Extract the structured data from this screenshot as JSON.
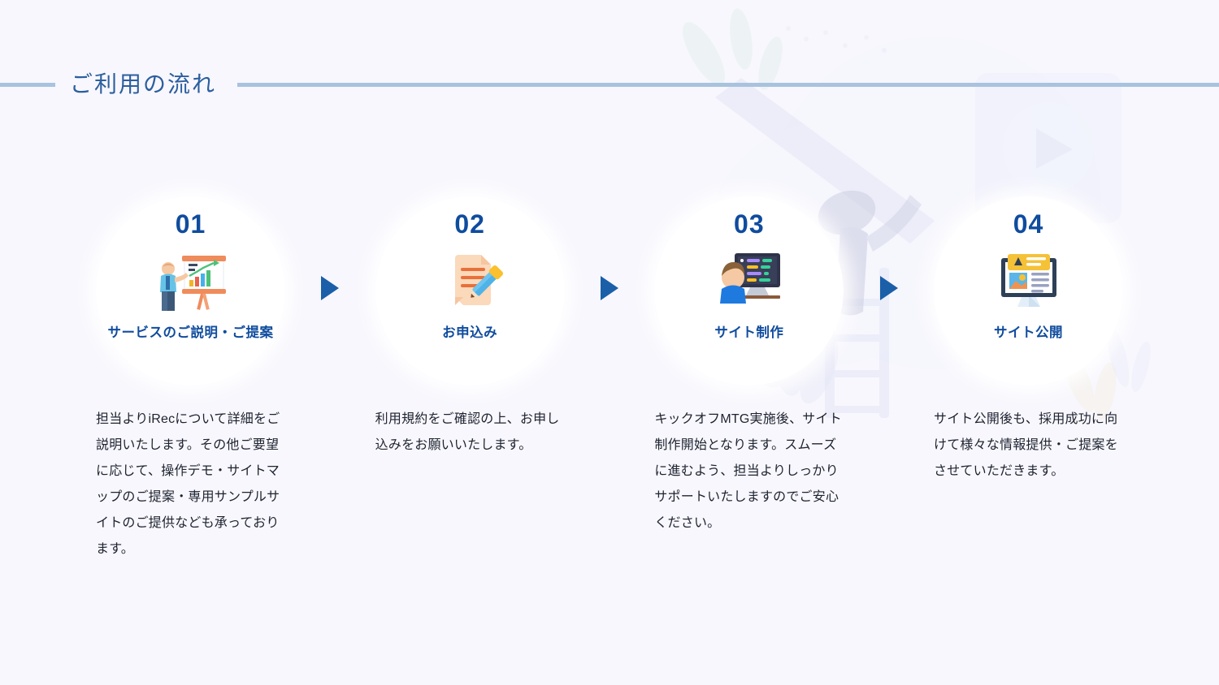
{
  "page": {
    "background_color": "#f8f7fd",
    "accent_color": "#0f4c9e",
    "rule_color": "#a9c3de",
    "arrow_color": "#1b5fa8"
  },
  "header": {
    "title": "ご利用の流れ"
  },
  "steps": [
    {
      "number": "01",
      "icon": "presentation-chart-icon",
      "label": "サービスのご説明・ご提案",
      "description": "担当よりiRecについて詳細をご説明いたします。その他ご要望に応じて、操作デモ・サイトマップのご提案・専用サンプルサイトのご提供なども承っております。"
    },
    {
      "number": "02",
      "icon": "document-pencil-icon",
      "label": "お申込み",
      "description": "利用規約をご確認の上、お申し込みをお願いいたします。"
    },
    {
      "number": "03",
      "icon": "developer-monitor-icon",
      "label": "サイト制作",
      "description": "キックオフMTG実施後、サイト制作開始となります。スムーズに進むよう、担当よりしっかりサポートいたしますのでご安心ください。"
    },
    {
      "number": "04",
      "icon": "website-monitor-icon",
      "label": "サイト公開",
      "description": "サイト公開後も、採用成功に向けて様々な情報提供・ご提案をさせていただきます。"
    }
  ],
  "separators": [
    {
      "icon": "arrow-right-icon"
    },
    {
      "icon": "arrow-right-icon"
    },
    {
      "icon": "arrow-right-icon"
    }
  ]
}
